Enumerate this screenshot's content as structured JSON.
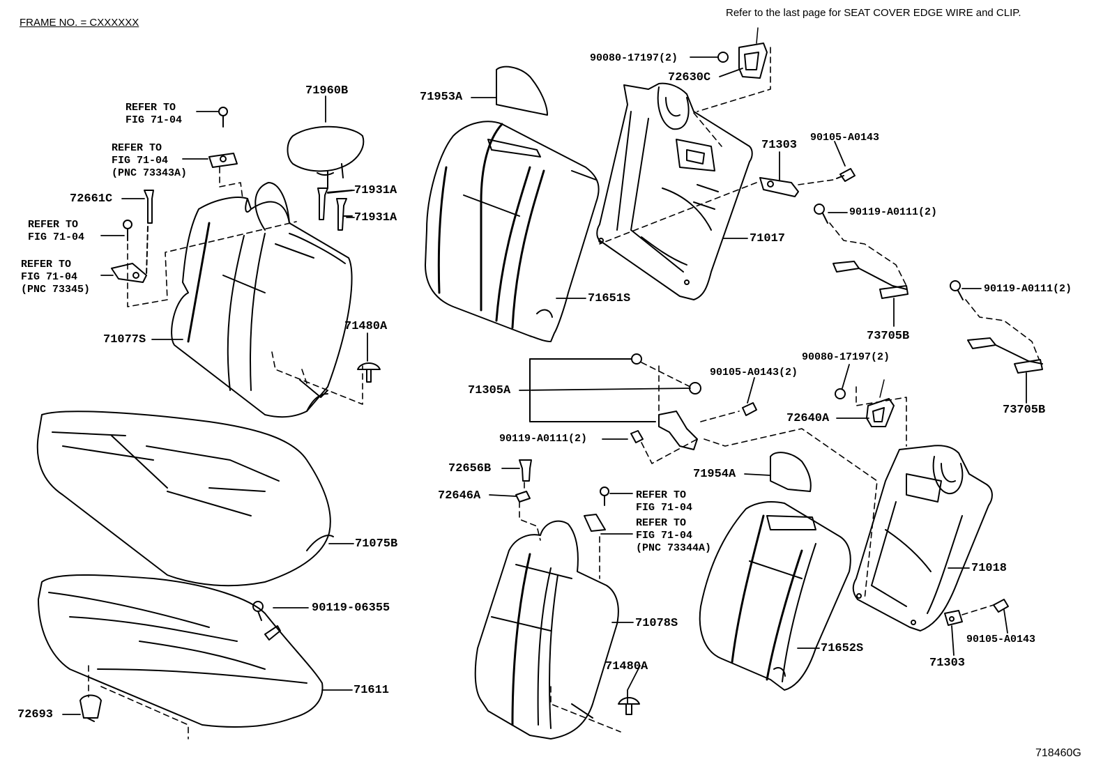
{
  "header": {
    "frame_no": "FRAME NO. = CXXXXXX",
    "note": "Refer to the last page for SEAT COVER EDGE WIRE and CLIP.",
    "illustration_code": "718460G"
  },
  "parts": {
    "p71960B": "71960B",
    "p72661C": "72661C",
    "p71931A_1": "71931A",
    "p71931A_2": "71931A",
    "p71077S": "71077S",
    "p71480A_1": "71480A",
    "p71075B": "71075B",
    "p90119_06355": "90119-06355",
    "p71611": "71611",
    "p72693": "72693",
    "p71953A": "71953A",
    "p71651S": "71651S",
    "p90080_17197_a": "90080-17197(2)",
    "p72630C": "72630C",
    "p71303_a": "71303",
    "p90105_A0143_a": "90105-A0143",
    "p90119_A0111_a": "90119-A0111(2)",
    "p71017": "71017",
    "p73705B_a": "73705B",
    "p90119_A0111_b": "90119-A0111(2)",
    "p73705B_b": "73705B",
    "p71305A": "71305A",
    "p90105_A0143_b": "90105-A0143(2)",
    "p90080_17197_b": "90080-17197(2)",
    "p72640A": "72640A",
    "p90119_A0111_c": "90119-A0111(2)",
    "p72656B": "72656B",
    "p72646A": "72646A",
    "p71954A": "71954A",
    "p71078S": "71078S",
    "p71480A_2": "71480A",
    "p71652S": "71652S",
    "p71018": "71018",
    "p71303_b": "71303",
    "p90105_A0143_c": "90105-A0143"
  },
  "refs": {
    "r1": [
      "REFER TO",
      "FIG 71-04"
    ],
    "r2": [
      "REFER TO",
      "FIG 71-04",
      "(PNC 73343A)"
    ],
    "r3": [
      "REFER TO",
      "FIG 71-04"
    ],
    "r4": [
      "REFER TO",
      "FIG 71-04",
      "(PNC 73345)"
    ],
    "r5": [
      "REFER TO",
      "FIG 71-04"
    ],
    "r6": [
      "REFER TO",
      "FIG 71-04",
      "(PNC 73344A)"
    ]
  }
}
